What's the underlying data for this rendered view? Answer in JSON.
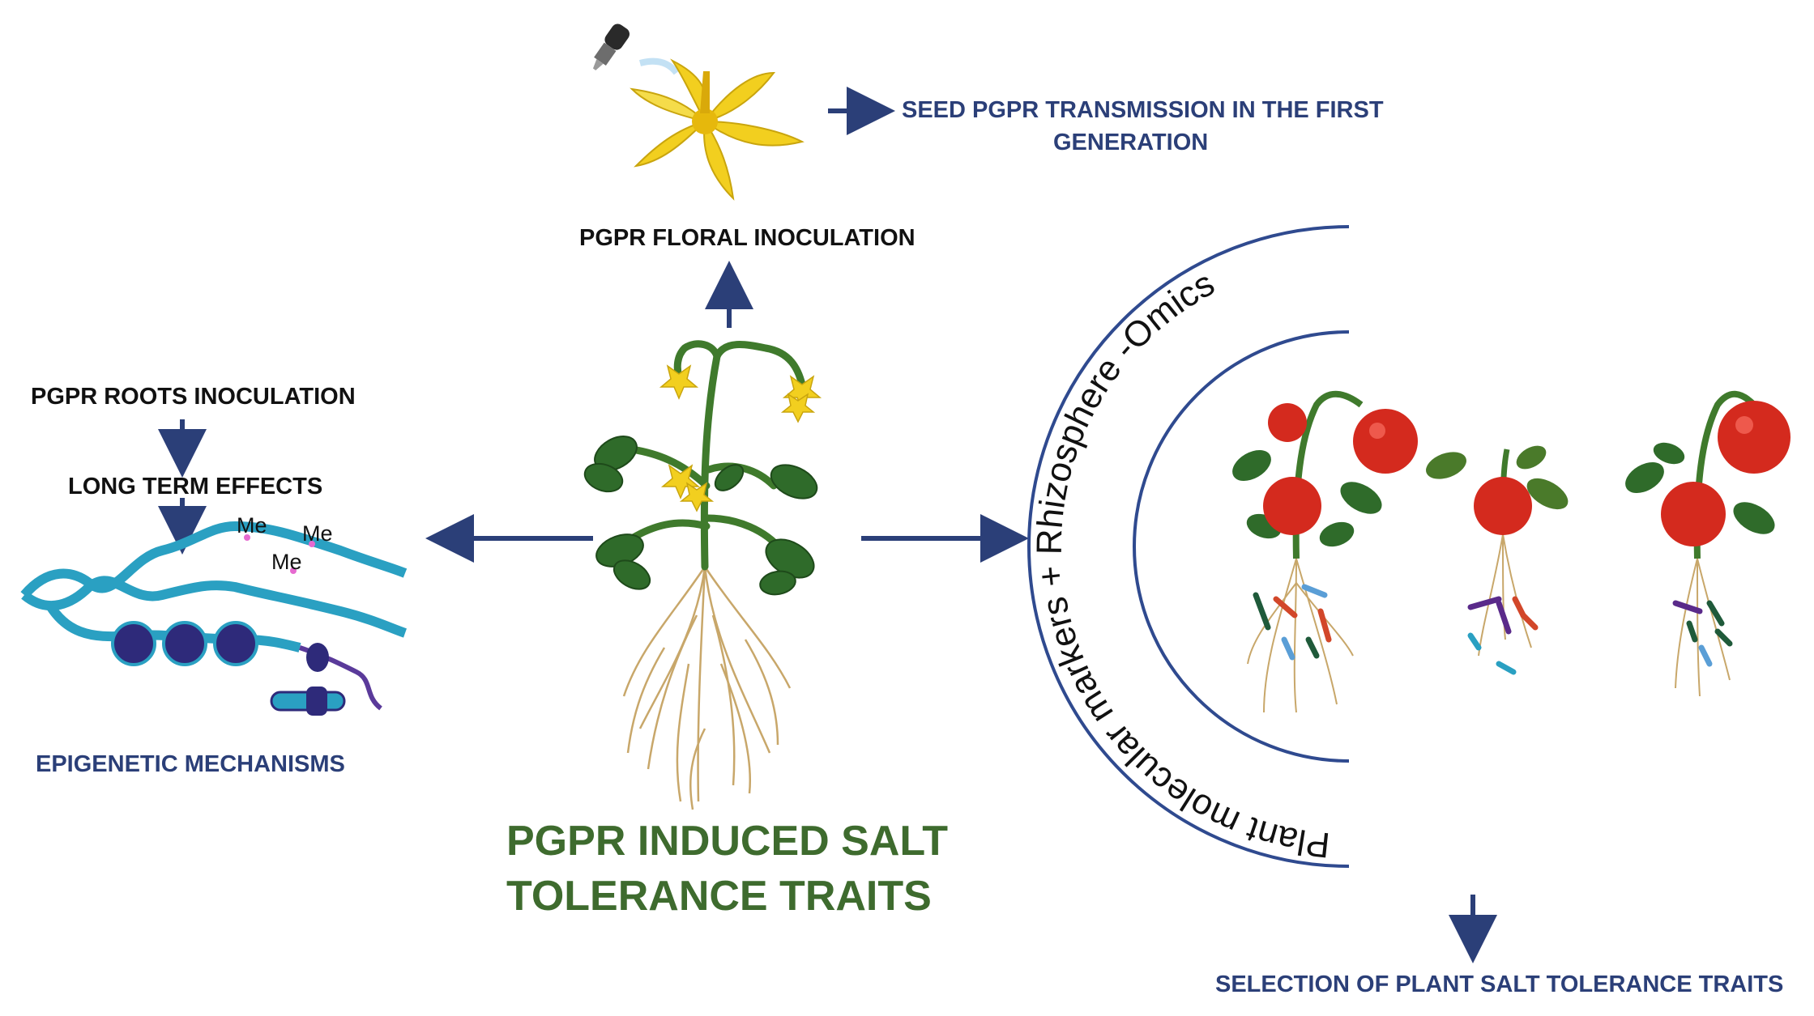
{
  "labels": {
    "floral_inoculation": "PGPR FLORAL INOCULATION",
    "seed_transmission_line1": "SEED PGPR TRANSMISSION IN THE FIRST",
    "seed_transmission_line2": "GENERATION",
    "roots_inoculation": "PGPR ROOTS INOCULATION",
    "long_term_effects": "LONG TERM EFFECTS",
    "epigenetic_mechanisms": "EPIGENETIC MECHANISMS",
    "center_title_line1": "PGPR INDUCED SALT",
    "center_title_line2": "TOLERANCE TRAITS",
    "selection": "SELECTION OF PLANT SALT TOLERANCE TRAITS",
    "arc_text": "Plant molecular markers + Rhizosphere -Omics",
    "methyl_tags": [
      "Me",
      "Me",
      "Me"
    ]
  },
  "colors": {
    "arrow": "#2b3f78",
    "label_dark": "#111111",
    "label_blue": "#2b3f78",
    "title_green": "#3e6b2e",
    "arc": "#2f4a8f",
    "dna": "#2aa0c2",
    "histone": "#2e2a7a",
    "leaf": "#2f6b2a",
    "flower": "#f2cf1f",
    "tomato": "#d42a1e",
    "root": "#c8a76a"
  },
  "icons": [
    "dropper-icon",
    "flower-icon",
    "tomato-plant-icon",
    "dna-icon",
    "chromosome-icon"
  ]
}
